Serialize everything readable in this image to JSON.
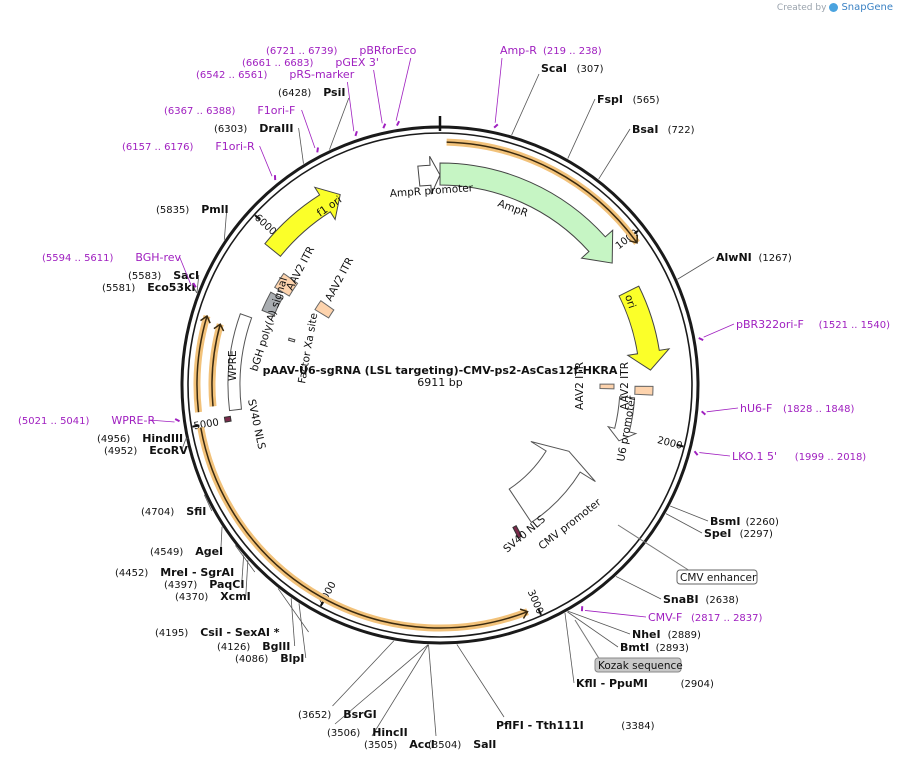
{
  "brand": {
    "prefix": "Created by",
    "name": "SnapGene"
  },
  "plasmid": {
    "name": "pAAV-U6-sgRNA (LSL targeting)-CMV-ps2-AsCas12f-HKRA",
    "size_label": "6911 bp",
    "length": 6911
  },
  "ticks": [
    {
      "bp": 1000,
      "label": "1000"
    },
    {
      "bp": 2000,
      "label": "2000"
    },
    {
      "bp": 3000,
      "label": "3000"
    },
    {
      "bp": 4000,
      "label": "4000"
    },
    {
      "bp": 5000,
      "label": "5000"
    },
    {
      "bp": 6000,
      "label": "6000"
    }
  ],
  "sites": [
    {
      "name": "ScaI",
      "pos": "(307)",
      "bp": 307
    },
    {
      "name": "FspI",
      "pos": "(565)",
      "bp": 565
    },
    {
      "name": "BsaI",
      "pos": "(722)",
      "bp": 722
    },
    {
      "name": "AlwNI",
      "pos": "(1267)",
      "bp": 1267
    },
    {
      "name": "BsmI",
      "pos": "(2260)",
      "bp": 2260
    },
    {
      "name": "SpeI",
      "pos": "(2297)",
      "bp": 2297
    },
    {
      "name": "SnaBI",
      "pos": "(2638)",
      "bp": 2638
    },
    {
      "name": "NheI",
      "pos": "(2889)",
      "bp": 2889
    },
    {
      "name": "BmtI",
      "pos": "(2893)",
      "bp": 2893
    },
    {
      "name": "KflI  -  PpuMI",
      "pos": "(2904)",
      "bp": 2904
    },
    {
      "name": "PflFI  -  Tth111I",
      "pos": "(3384)",
      "bp": 3384
    },
    {
      "name": "SalI",
      "pos": "(3504)",
      "bp": 3504
    },
    {
      "name": "AccI",
      "pos": "(3505)",
      "bp": 3505
    },
    {
      "name": "HincII",
      "pos": "(3506)",
      "bp": 3506
    },
    {
      "name": "BsrGI",
      "pos": "(3652)",
      "bp": 3652
    },
    {
      "name": "BlpI",
      "pos": "(4086)",
      "bp": 4086
    },
    {
      "name": "BglII",
      "pos": "(4126)",
      "bp": 4126
    },
    {
      "name": "CsiI  -  SexAI *",
      "pos": "(4195)",
      "bp": 4195
    },
    {
      "name": "XcmI",
      "pos": "(4370)",
      "bp": 4370
    },
    {
      "name": "PaqCI",
      "pos": "(4397)",
      "bp": 4397
    },
    {
      "name": "MreI  -  SgrAI",
      "pos": "(4452)",
      "bp": 4452
    },
    {
      "name": "AgeI",
      "pos": "(4549)",
      "bp": 4549
    },
    {
      "name": "SfiI",
      "pos": "(4704)",
      "bp": 4704
    },
    {
      "name": "EcoRV",
      "pos": "(4952)",
      "bp": 4952
    },
    {
      "name": "HindIII",
      "pos": "(4956)",
      "bp": 4956
    },
    {
      "name": "Eco53kI",
      "pos": "(5581)",
      "bp": 5581
    },
    {
      "name": "SacI",
      "pos": "(5583)",
      "bp": 5583
    },
    {
      "name": "PmlI",
      "pos": "(5835)",
      "bp": 5835
    },
    {
      "name": "DraIII",
      "pos": "(6303)",
      "bp": 6303
    },
    {
      "name": "PsiI",
      "pos": "(6428)",
      "bp": 6428
    }
  ],
  "primers": [
    {
      "name": "Amp-R",
      "pos": "(219 .. 238)",
      "bp": 228
    },
    {
      "name": "pBR322ori-F",
      "pos": "(1521 .. 1540)",
      "bp": 1530
    },
    {
      "name": "hU6-F",
      "pos": "(1828 .. 1848)",
      "bp": 1838
    },
    {
      "name": "LKO.1 5'",
      "pos": "(1999 .. 2018)",
      "bp": 2008
    },
    {
      "name": "CMV-F",
      "pos": "(2817 .. 2837)",
      "bp": 2827
    },
    {
      "name": "WPRE-R",
      "pos": "(5021 .. 5041)",
      "bp": 5031
    },
    {
      "name": "BGH-rev",
      "pos": "(5594 .. 5611)",
      "bp": 5602
    },
    {
      "name": "F1ori-R",
      "pos": "(6157 .. 6176)",
      "bp": 6166
    },
    {
      "name": "F1ori-F",
      "pos": "(6367 .. 6388)",
      "bp": 6377
    },
    {
      "name": "pRS-marker",
      "pos": "(6542 .. 6561)",
      "bp": 6551
    },
    {
      "name": "pGEX 3'",
      "pos": "(6661 .. 6683)",
      "bp": 6672
    },
    {
      "name": "pBRforEco",
      "pos": "(6721 .. 6739)",
      "bp": 6730
    }
  ],
  "boxed_labels": [
    {
      "name": "CMV enhancer"
    },
    {
      "name": "Kozak sequence"
    }
  ],
  "features": [
    {
      "name": "AmpR promoter"
    },
    {
      "name": "AmpR"
    },
    {
      "name": "ori"
    },
    {
      "name": "AAV2 ITR"
    },
    {
      "name": "AAV2 ITR"
    },
    {
      "name": "U6 promoter"
    },
    {
      "name": "CMV promoter"
    },
    {
      "name": "SV40 NLS"
    },
    {
      "name": "SV40 NLS"
    },
    {
      "name": "WPRE"
    },
    {
      "name": "bGH poly(A) signal"
    },
    {
      "name": "AAV2 ITR"
    },
    {
      "name": "AAV2 ITR"
    },
    {
      "name": "f1 ori"
    },
    {
      "name": "Factor Xa site"
    }
  ],
  "colors": {
    "backbone": "#1a1a1a",
    "orf_halo": "#f2c27a",
    "amp_fill": "#c6f5c4",
    "ori_fill": "#fbff29",
    "itr_fill": "#fdd3ad",
    "bgh_fill": "#a9adb1",
    "nls_fill": "#7a2a4a",
    "primer": "#a020c0"
  }
}
